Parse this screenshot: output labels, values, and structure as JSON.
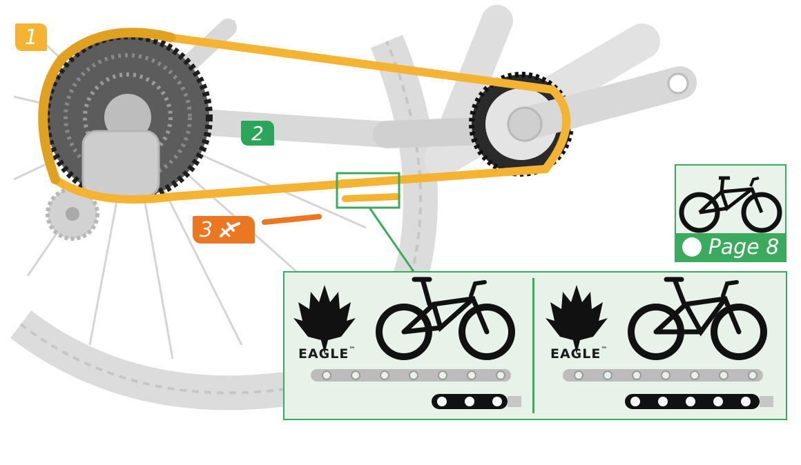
{
  "callouts": {
    "step1": "1",
    "step2": "2",
    "step3": "3"
  },
  "page_reference": {
    "label": "Page 8",
    "icon": "bike-info-icon"
  },
  "comparison": {
    "left": {
      "brand": "EAGLE",
      "trademark": "™",
      "chain_links_dark": 3
    },
    "right": {
      "brand": "EAGLE",
      "trademark": "™",
      "chain_links_dark": 5
    }
  },
  "colors": {
    "chain_highlight": "#f4b432",
    "step1": "#f4b432",
    "step2": "#2aa55a",
    "step3": "#ec7722",
    "panel_border": "#3aaa5c",
    "panel_bg": "#e7f2e9",
    "frame_gray": "#d6d6d6"
  }
}
